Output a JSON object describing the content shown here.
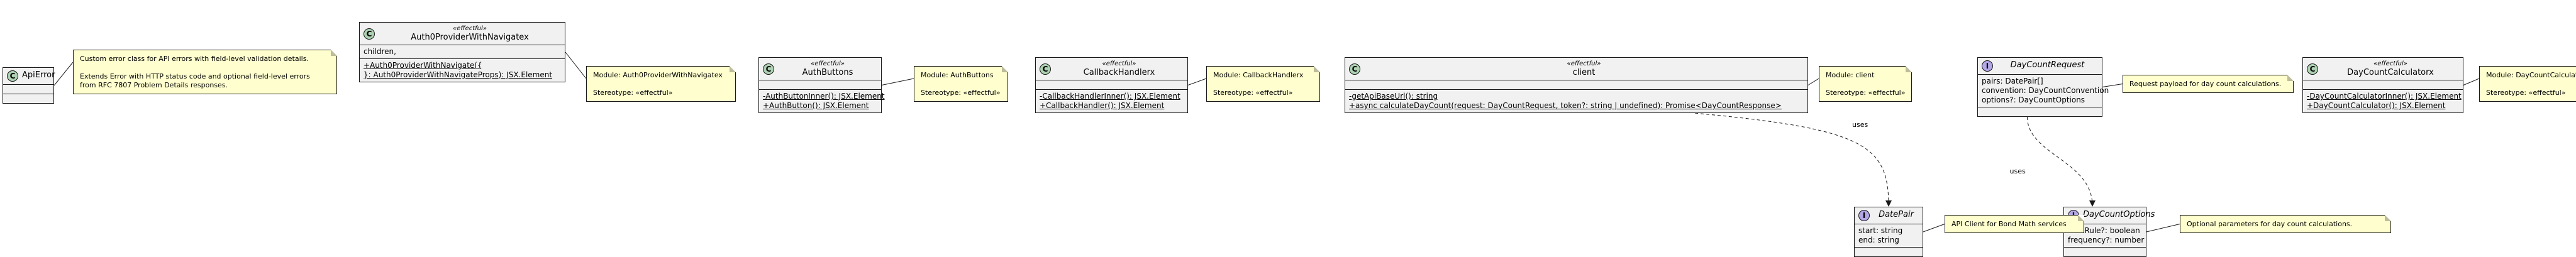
{
  "classes": [
    {
      "id": "apierror",
      "name": "ApiError",
      "stereotype": "",
      "kind": "c",
      "italic": false,
      "fields": [],
      "methods": []
    },
    {
      "id": "auth0",
      "name": "Auth0ProviderWithNavigatex",
      "stereotype": "«effectful»",
      "kind": "c",
      "italic": false,
      "fields": [
        "children,"
      ],
      "methods": [
        "+Auth0ProviderWithNavigate({",
        "}: Auth0ProviderWithNavigateProps): JSX.Element"
      ]
    },
    {
      "id": "authbuttons",
      "name": "AuthButtons",
      "stereotype": "«effectful»",
      "kind": "c",
      "italic": false,
      "fields": [],
      "methods": [
        "-AuthButtonInner(): JSX.Element",
        "+AuthButton(): JSX.Element"
      ]
    },
    {
      "id": "callback",
      "name": "CallbackHandlerx",
      "stereotype": "«effectful»",
      "kind": "c",
      "italic": false,
      "fields": [],
      "methods": [
        "-CallbackHandlerInner(): JSX.Element",
        "+CallbackHandler(): JSX.Element"
      ]
    },
    {
      "id": "client",
      "name": "client",
      "stereotype": "«effectful»",
      "kind": "c",
      "italic": false,
      "fields": [],
      "methods": [
        "-getApiBaseUrl(): string",
        "+async calculateDayCount(request: DayCountRequest, token?: string | undefined): Promise<DayCountResponse>"
      ]
    },
    {
      "id": "dcreq",
      "name": "DayCountRequest",
      "stereotype": "",
      "kind": "i",
      "italic": true,
      "fields": [
        "pairs: DatePair[]",
        "convention: DayCountConvention",
        "options?: DayCountOptions"
      ],
      "methods": []
    },
    {
      "id": "dccalc",
      "name": "DayCountCalculatorx",
      "stereotype": "«effectful»",
      "kind": "c",
      "italic": false,
      "fields": [],
      "methods": [
        "-DayCountCalculatorInner(): JSX.Element",
        "+DayCountCalculator(): JSX.Element"
      ]
    },
    {
      "id": "datepair",
      "name": "DatePair",
      "stereotype": "",
      "kind": "i",
      "italic": true,
      "fields": [
        "start: string",
        "end: string"
      ],
      "methods": []
    },
    {
      "id": "dcopts",
      "name": "DayCountOptions",
      "stereotype": "",
      "kind": "i",
      "italic": true,
      "fields": [
        "eomRule?: boolean",
        "frequency?: number"
      ],
      "methods": []
    }
  ],
  "notes": [
    {
      "id": "n-apierror",
      "lines": [
        "Custom error class for API errors with field-level validation details.",
        "",
        "Extends Error with HTTP status code and optional field-level errors",
        "from RFC 7807 Problem Details responses."
      ]
    },
    {
      "id": "n-auth0",
      "lines": [
        "Module: Auth0ProviderWithNavigatex",
        "",
        "Stereotype: «effectful»"
      ]
    },
    {
      "id": "n-authbuttons",
      "lines": [
        "Module: AuthButtons",
        "",
        "Stereotype: «effectful»"
      ]
    },
    {
      "id": "n-callback",
      "lines": [
        "Module: CallbackHandlerx",
        "",
        "Stereotype: «effectful»"
      ]
    },
    {
      "id": "n-client",
      "lines": [
        "Module: client",
        "",
        "Stereotype: «effectful»"
      ]
    },
    {
      "id": "n-dcreq",
      "lines": [
        "Request payload for day count calculations."
      ]
    },
    {
      "id": "n-dccalc",
      "lines": [
        "Module: DayCountCalculatorx",
        "",
        "Stereotype: «effectful»"
      ]
    },
    {
      "id": "n-datepair",
      "lines": [
        "API Client for Bond Math services"
      ]
    },
    {
      "id": "n-dcopts",
      "lines": [
        "Optional parameters for day count calculations."
      ]
    }
  ],
  "edges": [
    {
      "id": "e-client-datepair",
      "label": "uses"
    },
    {
      "id": "e-dcreq-dcopts",
      "label": "uses"
    }
  ]
}
